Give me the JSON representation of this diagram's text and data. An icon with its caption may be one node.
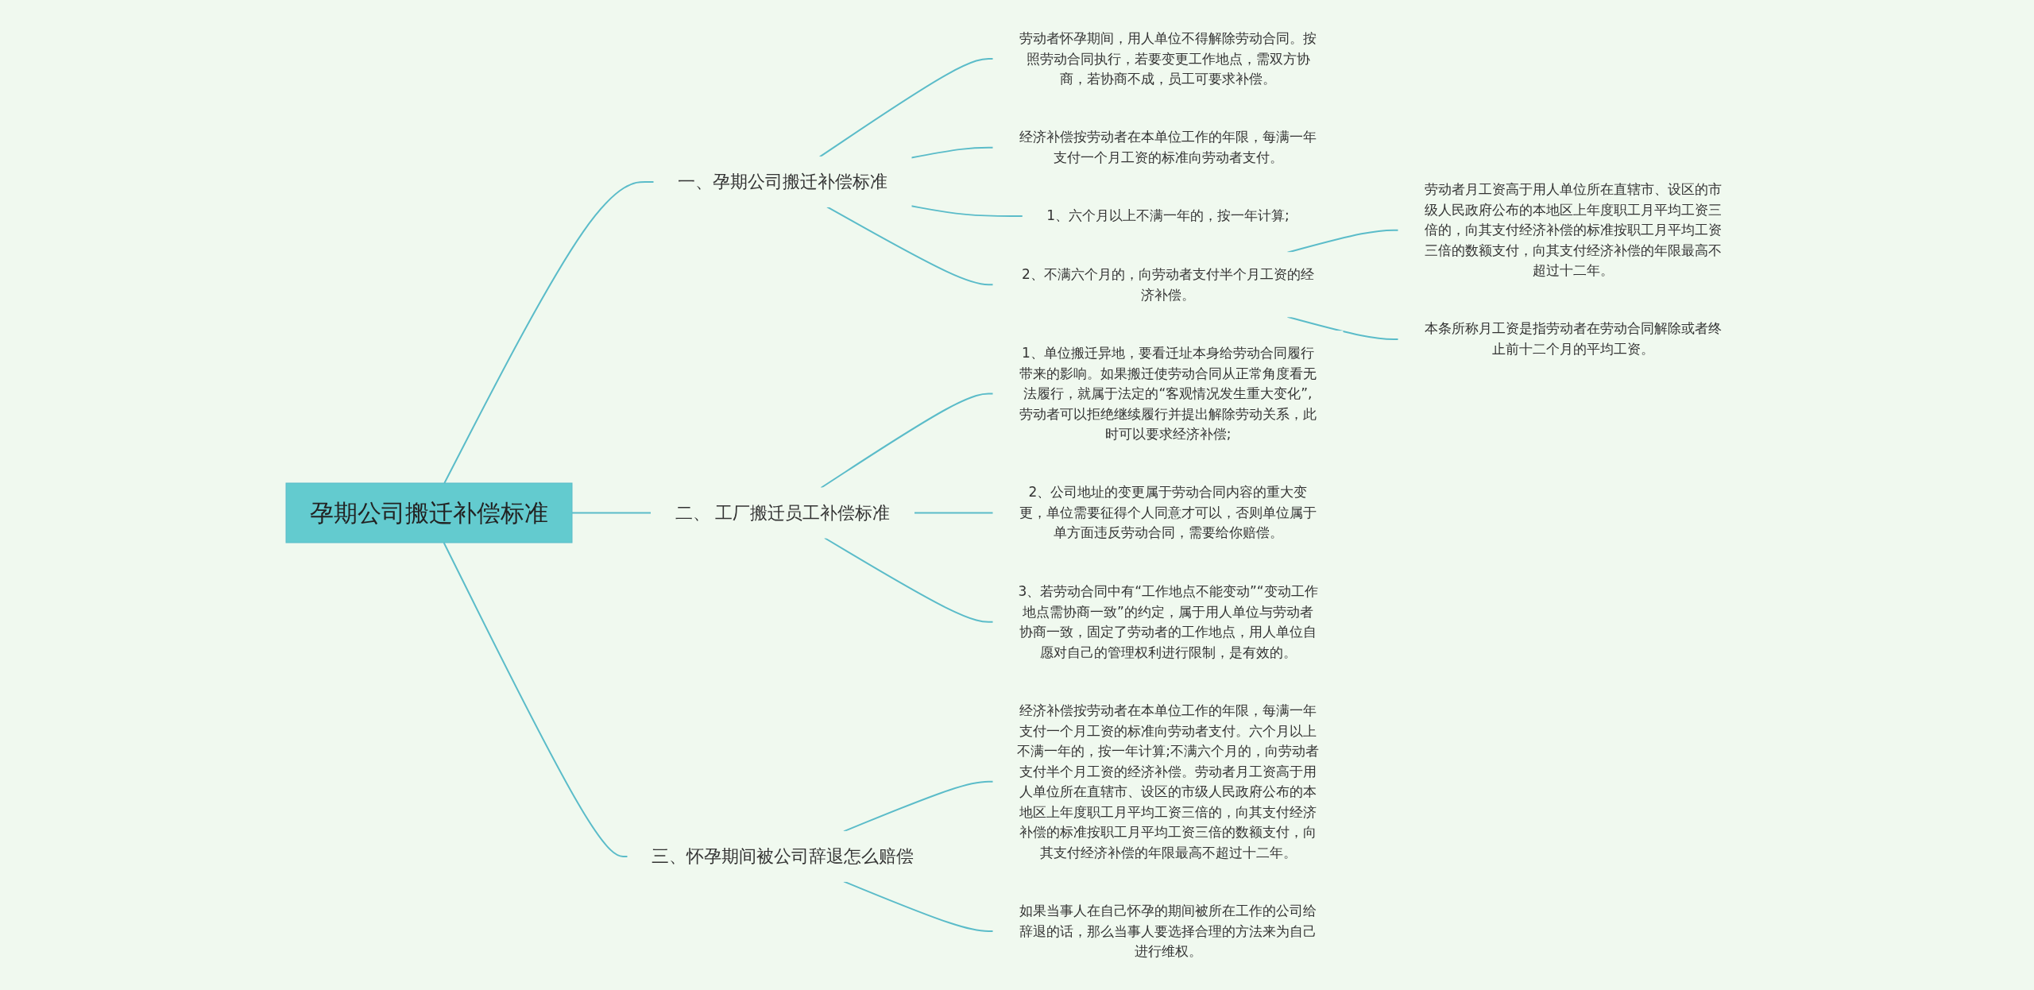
{
  "diagram": {
    "nodes": [
      {
        "text": [
          "孕期公司搬迁补偿标准"
        ]
      },
      {
        "text": [
          "一、孕期公司搬迁补偿标准"
        ]
      },
      {
        "text": [
          "劳动者怀孕期间，用人单位不得解除劳动合同。按照劳动合同执行，若要变更工作地点，需双方协商，若协商不成，员工可要求补偿。"
        ]
      },
      {
        "text": [
          "经济补偿按劳动者在本单位工作的年限，每满一年支付一个月工资的标准向劳动者支付。"
        ]
      },
      {
        "text": [
          "1、六个月以上不满一年的，按一年计算;"
        ]
      },
      {
        "text": [
          "2、不满六个月的，向劳动者支付半个月工资的经济补偿。"
        ]
      },
      {
        "text": [
          "劳动者月工资高于用人单位所在直辖市、设区的市级人民政府公布的本地区上年度职工月平均工资三倍的，向其支付经济补偿的标准按职工月平均工资三倍的数额支付，向其支付经济补偿的年限最高不超过十二年。"
        ]
      },
      {
        "text": [
          "本条所称月工资是指劳动者在劳动合同解除或者终止前十二个月的平均工资。"
        ]
      },
      {
        "text": [
          "二、 工厂搬迁员工补偿标准"
        ]
      },
      {
        "text": [
          "1、单位搬迁异地，要看迁址本身给劳动合同履行带来的影响。如果搬迁使劳动合同从正常角度看无法履行，就属于法定的“客观情况发生重大变化”,劳动者可以拒绝继续履行并提出解除劳动关系，此时可以要求经济补偿;"
        ]
      },
      {
        "text": [
          "2、公司地址的变更属于劳动合同内容的重大变更，单位需要征得个人同意才可以，否则单位属于单方面违反劳动合同，需要给你赔偿。"
        ]
      },
      {
        "text": [
          "3、若劳动合同中有“工作地点不能变动”“变动工作地点需协商一致”的约定，属于用人单位与劳动者协商一致，固定了劳动者的工作地点，用人单位自愿对自己的管理权利进行限制，是有效的。"
        ]
      },
      {
        "text": [
          "三、怀孕期间被公司辞退怎么赔偿"
        ]
      },
      {
        "text": [
          "经济补偿按劳动者在本单位工作的年限，每满一年支付一个月工资的标准向劳动者支付。六个月以上不满一年的，按一年计算;不满六个月的，向劳动者支付半个月工资的经济补偿。劳动者月工资高于用人单位所在直辖市、设区的市级人民政府公布的本地区上年度职工月平均工资三倍的，向其支付经济补偿的标准按职工月平均工资三倍的数额支付，向其支付经济补偿的年限最高不超过十二年。"
        ]
      },
      {
        "text": [
          "如果当事人在自己怀孕的期间被所在工作的公司给辞退的话，那么当事人要选择合理的方法来为自己进行维权。"
        ]
      }
    ],
    "edges": [
      {
        "from": 0,
        "to": 1,
        "arrow": "none"
      },
      {
        "from": 1,
        "to": 2,
        "arrow": "none"
      },
      {
        "from": 1,
        "to": 3,
        "arrow": "none"
      },
      {
        "from": 1,
        "to": 4,
        "arrow": "none"
      },
      {
        "from": 1,
        "to": 5,
        "arrow": "none"
      },
      {
        "from": 5,
        "to": 6,
        "arrow": "none"
      },
      {
        "from": 5,
        "to": 7,
        "arrow": "none"
      },
      {
        "from": 0,
        "to": 8,
        "arrow": "none"
      },
      {
        "from": 8,
        "to": 9,
        "arrow": "none"
      },
      {
        "from": 8,
        "to": 10,
        "arrow": "none"
      },
      {
        "from": 8,
        "to": 11,
        "arrow": "none"
      },
      {
        "from": 0,
        "to": 12,
        "arrow": "none"
      },
      {
        "from": 12,
        "to": 13,
        "arrow": "none"
      },
      {
        "from": 12,
        "to": 14,
        "arrow": "none"
      }
    ]
  }
}
